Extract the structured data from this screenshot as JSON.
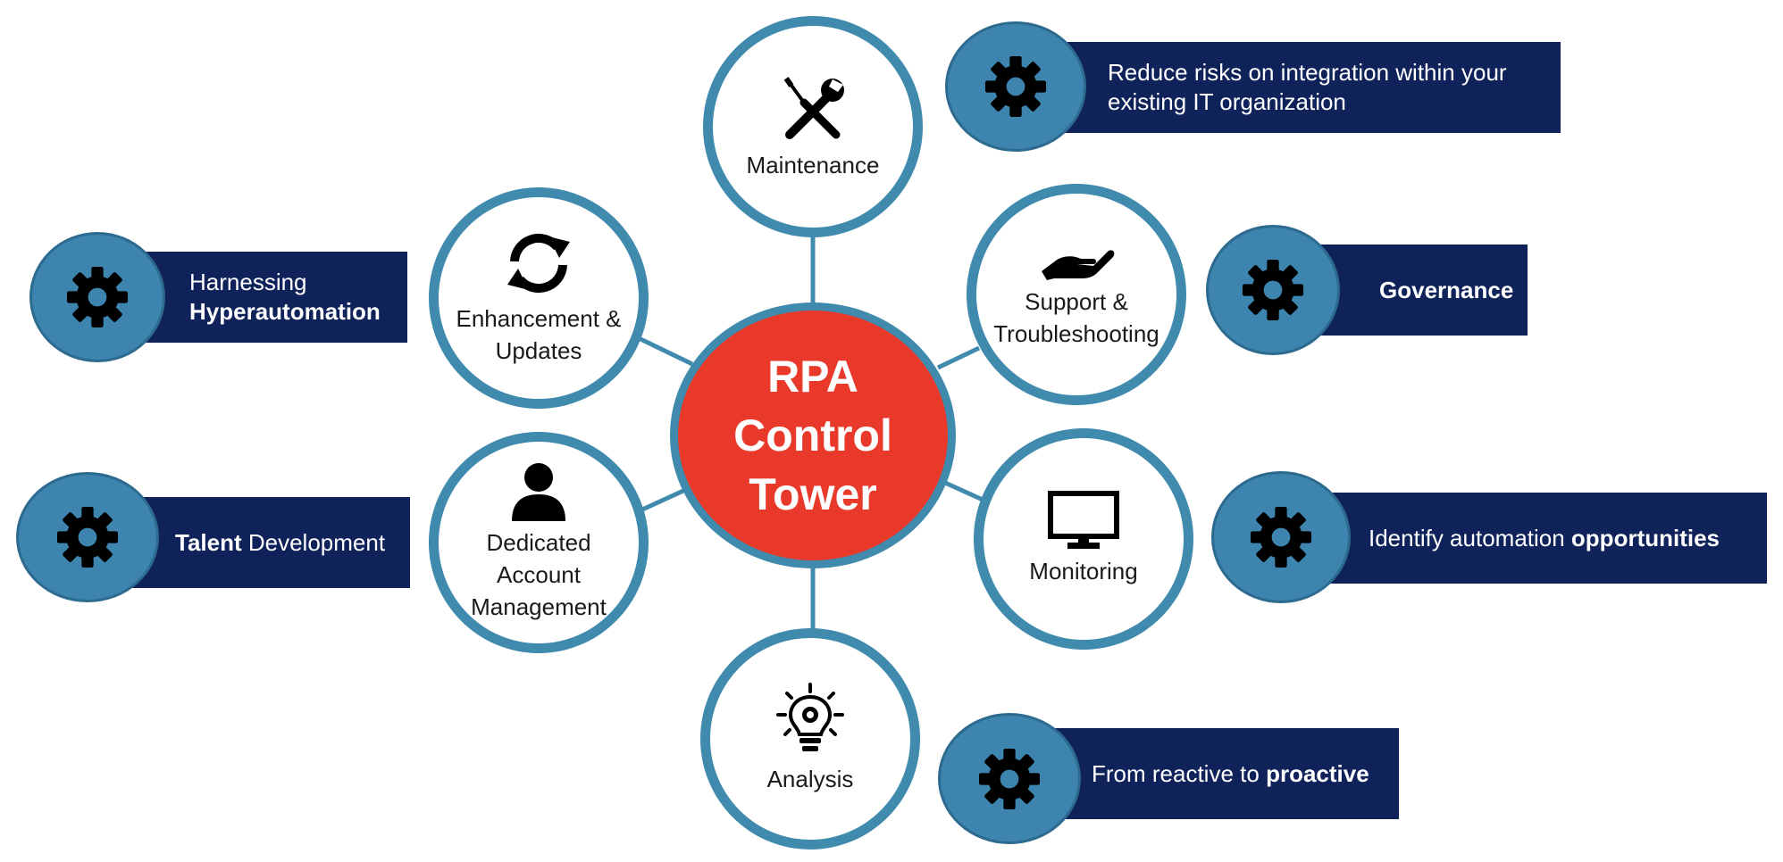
{
  "center": {
    "title": "RPA\nControl\nTower",
    "color": "#e8392a"
  },
  "accent_color": "#3f8aad",
  "banner_color": "#0f2259",
  "nodes": [
    {
      "key": "maintenance",
      "label": "Maintenance",
      "icon": "wrench-screwdriver-icon"
    },
    {
      "key": "enhancement",
      "label": "Enhancement &\nUpdates",
      "icon": "refresh-arrows-icon"
    },
    {
      "key": "support",
      "label": "Support &\nTroubleshooting",
      "icon": "helping-hand-icon"
    },
    {
      "key": "account",
      "label": "Dedicated\nAccount\nManagement",
      "icon": "person-icon"
    },
    {
      "key": "monitoring",
      "label": "Monitoring",
      "icon": "monitor-icon"
    },
    {
      "key": "analysis",
      "label": "Analysis",
      "icon": "lightbulb-gear-icon"
    }
  ],
  "callouts": [
    {
      "key": "integration",
      "text": "Reduce risks on integration within your\nexisting IT organization",
      "bold": "",
      "icon": "gear-icon"
    },
    {
      "key": "hyperautomation",
      "text": "Harnessing\n",
      "bold": "Hyperautomation",
      "icon": "gear-icon"
    },
    {
      "key": "governance",
      "text": "",
      "bold": "Governance",
      "icon": "gear-icon"
    },
    {
      "key": "talent",
      "text_pre_bold": "Talent",
      "text": " Development",
      "icon": "gear-icon"
    },
    {
      "key": "opportunities",
      "text": "Identify automation ",
      "bold": "opportunities",
      "icon": "gear-icon"
    },
    {
      "key": "proactive",
      "text": "From reactive to ",
      "bold": "proactive",
      "icon": "gear-icon"
    }
  ]
}
